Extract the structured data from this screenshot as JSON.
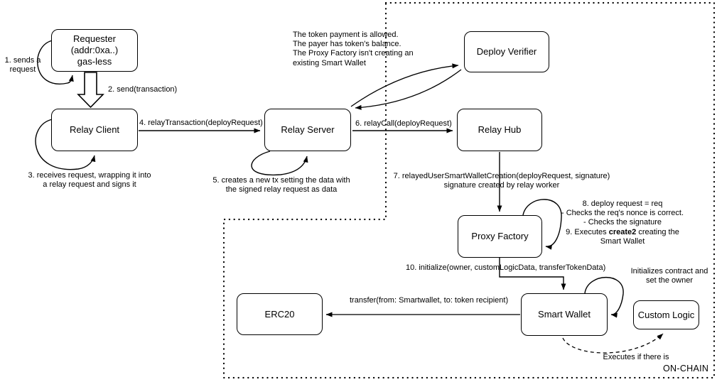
{
  "diagram": {
    "colors": {
      "stroke": "#000000",
      "background": "#ffffff",
      "transfer_line": "#444444"
    },
    "boxes": {
      "requester": {
        "label": "Requester\n(addr:0xa..)\ngas-less"
      },
      "relay_client": {
        "label": "Relay Client"
      },
      "relay_server": {
        "label": "Relay Server"
      },
      "deploy_verifier": {
        "label": "Deploy Verifier"
      },
      "relay_hub": {
        "label": "Relay Hub"
      },
      "proxy_factory": {
        "label": "Proxy Factory"
      },
      "smart_wallet": {
        "label": "Smart Wallet"
      },
      "custom_logic": {
        "label": "Custom Logic"
      },
      "erc20": {
        "label": "ERC20"
      }
    },
    "labels": {
      "step1": "1. sends a\nrequest",
      "step2": "2. send(transaction)",
      "step3": "3. receives request, wrapping it into\na relay request and signs it",
      "step4": "4. relayTransaction(deployRequest)",
      "step5": "5. creates a new tx setting the data with\nthe signed relay request as data",
      "step6": "6. relayCall(deployRequest)",
      "step7": "7. relayedUserSmartWalletCreation(deployRequest, signature)\nsignature created by relay worker",
      "verifier_note": "The token payment is allowed.\nThe payer has token's balance.\nThe Proxy Factory isn't creating an\nexisting Smart Wallet",
      "step8": {
        "line1": "8. deploy request = req",
        "line2": "- Checks the req's nonce is correct.",
        "line3": "- Checks the signature",
        "line4_pre": "9. Executes",
        "line4_bold": "create2",
        "line4_post": "creating the",
        "line5": "Smart Wallet"
      },
      "step10": "10. initialize(owner, customLogicData, transferTokenData)",
      "transfer": "transfer(from: Smartwallet, to: token recipient)",
      "init_note": "Initializes contract and\nset the owner",
      "executes_note": "Executes if there is",
      "onchain": "ON-CHAIN"
    }
  }
}
